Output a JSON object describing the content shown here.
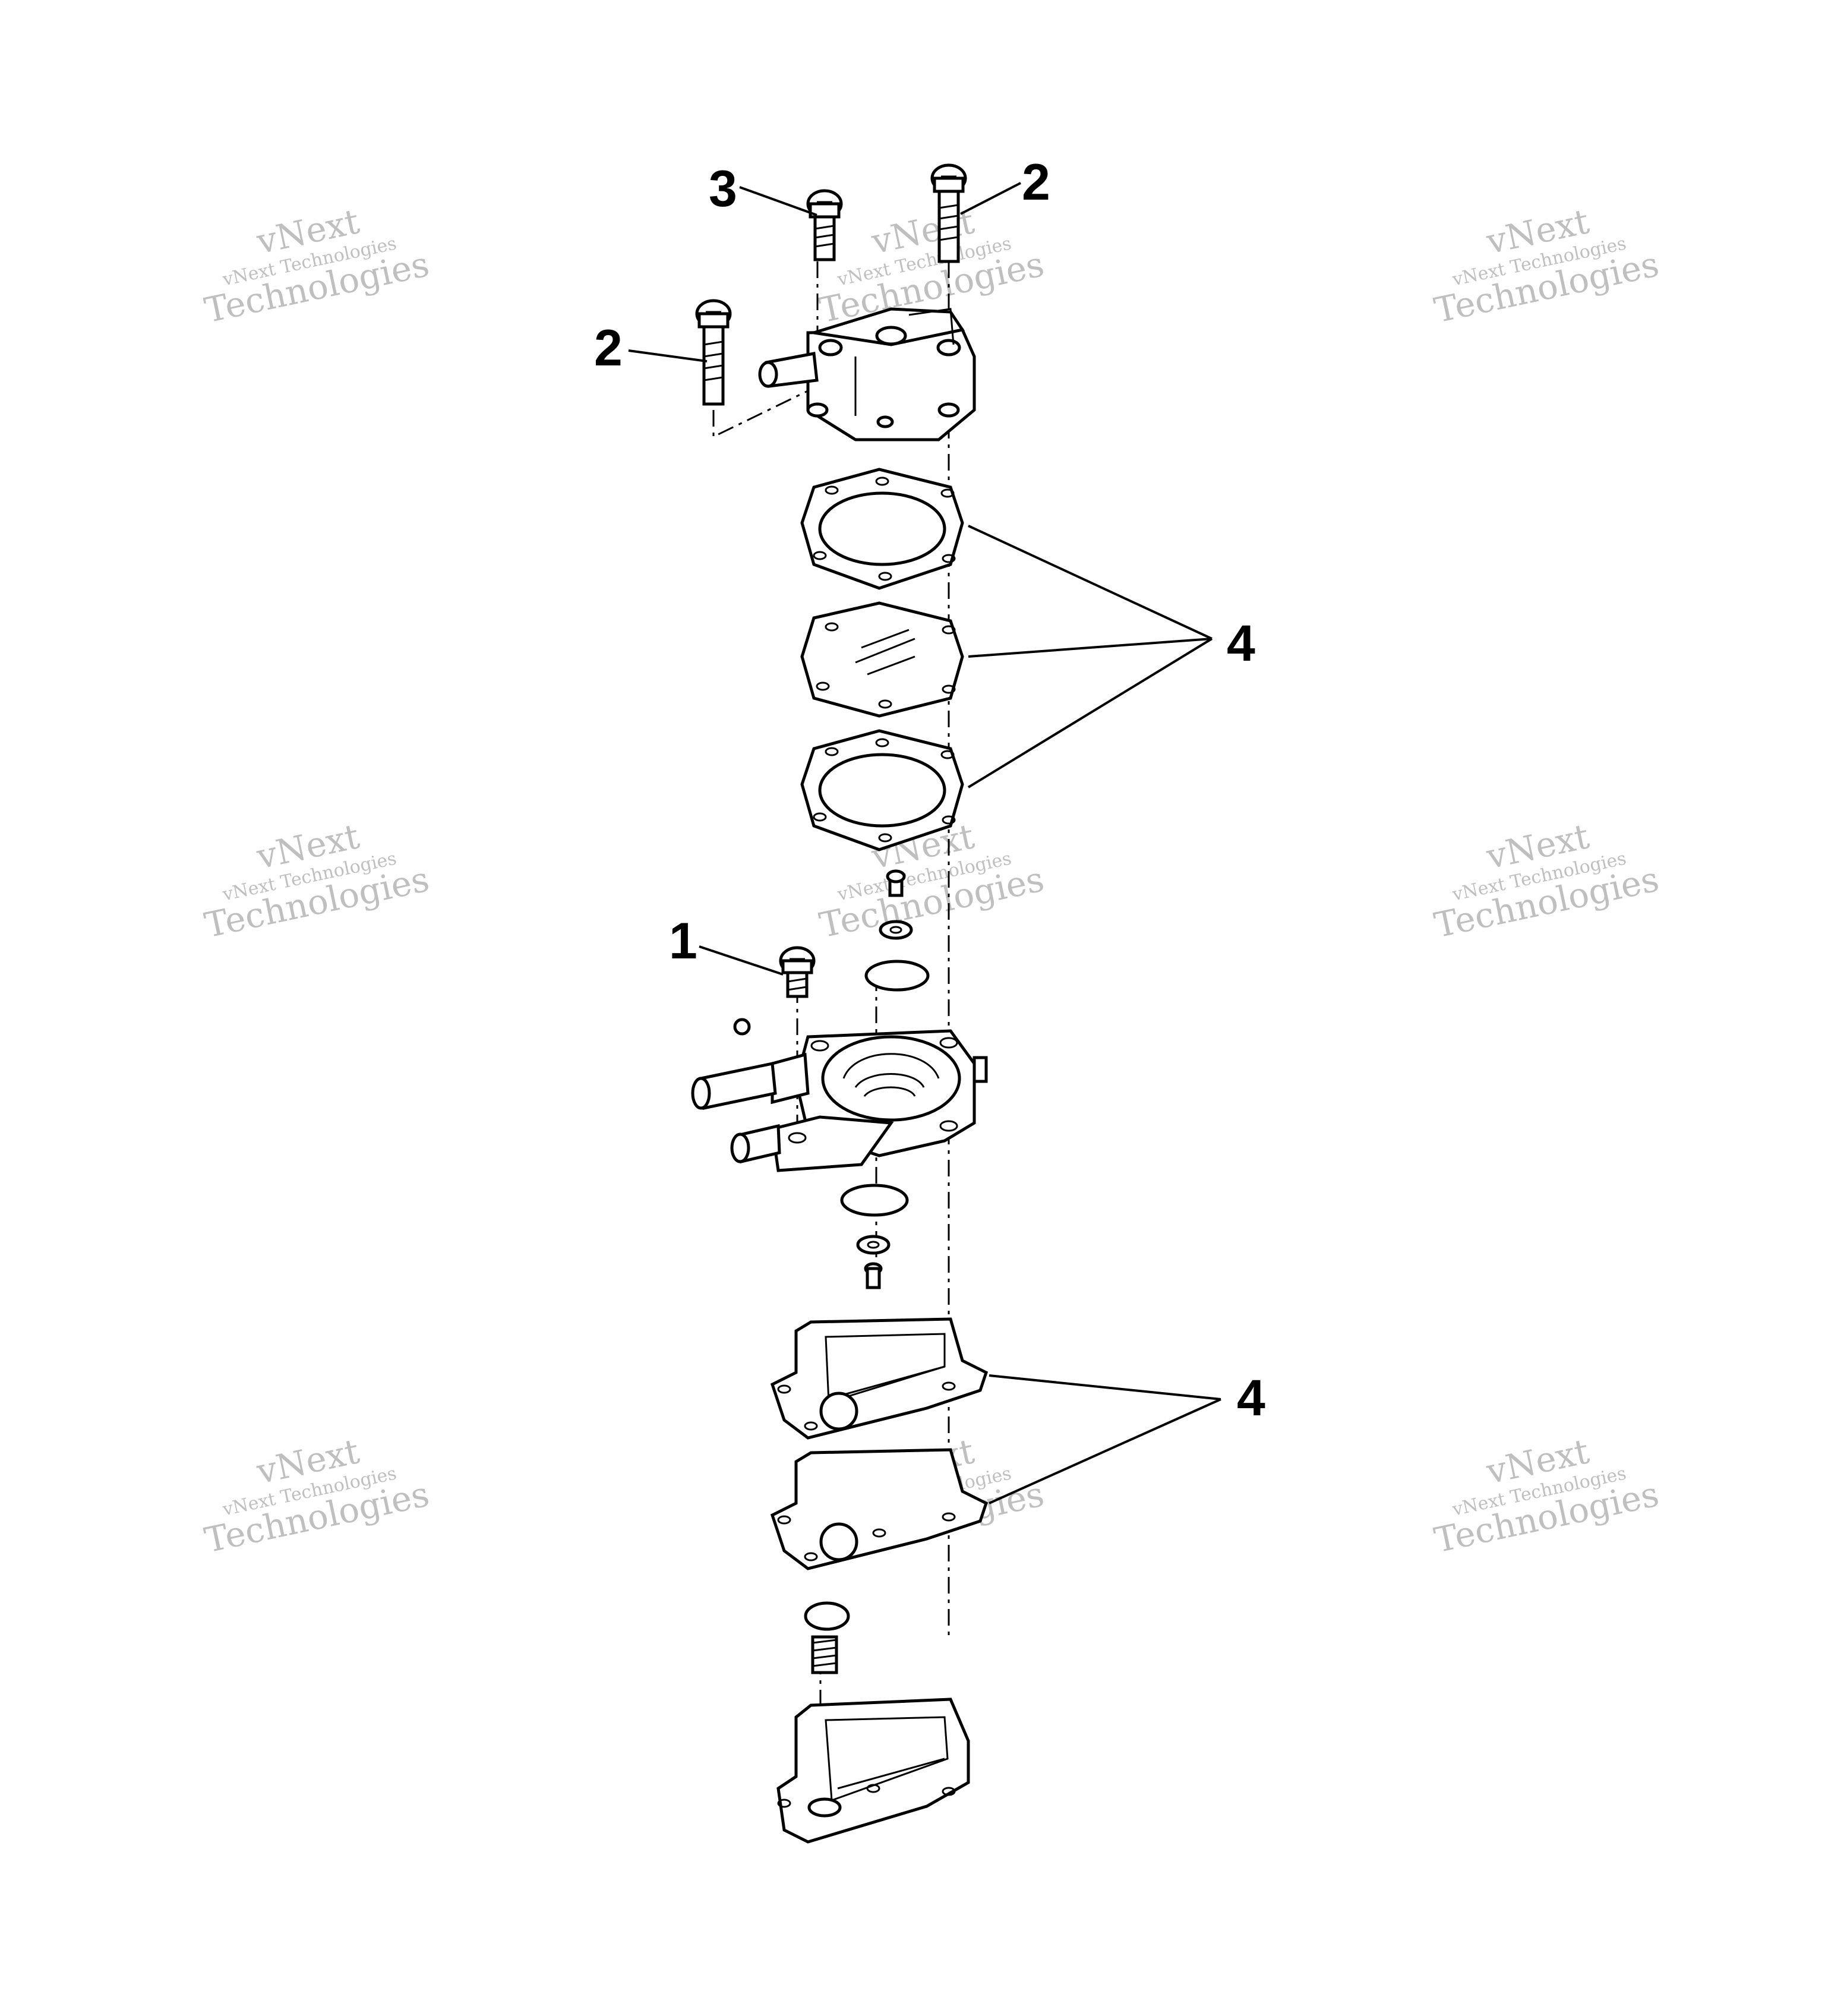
{
  "callouts": {
    "c1": "1",
    "c2_top": "2",
    "c2_left": "2",
    "c3": "3",
    "c4_upper": "4",
    "c4_lower": "4"
  },
  "watermark": {
    "line1": "vNext",
    "line2": "vNext Technologies",
    "line3": "Technologies"
  }
}
